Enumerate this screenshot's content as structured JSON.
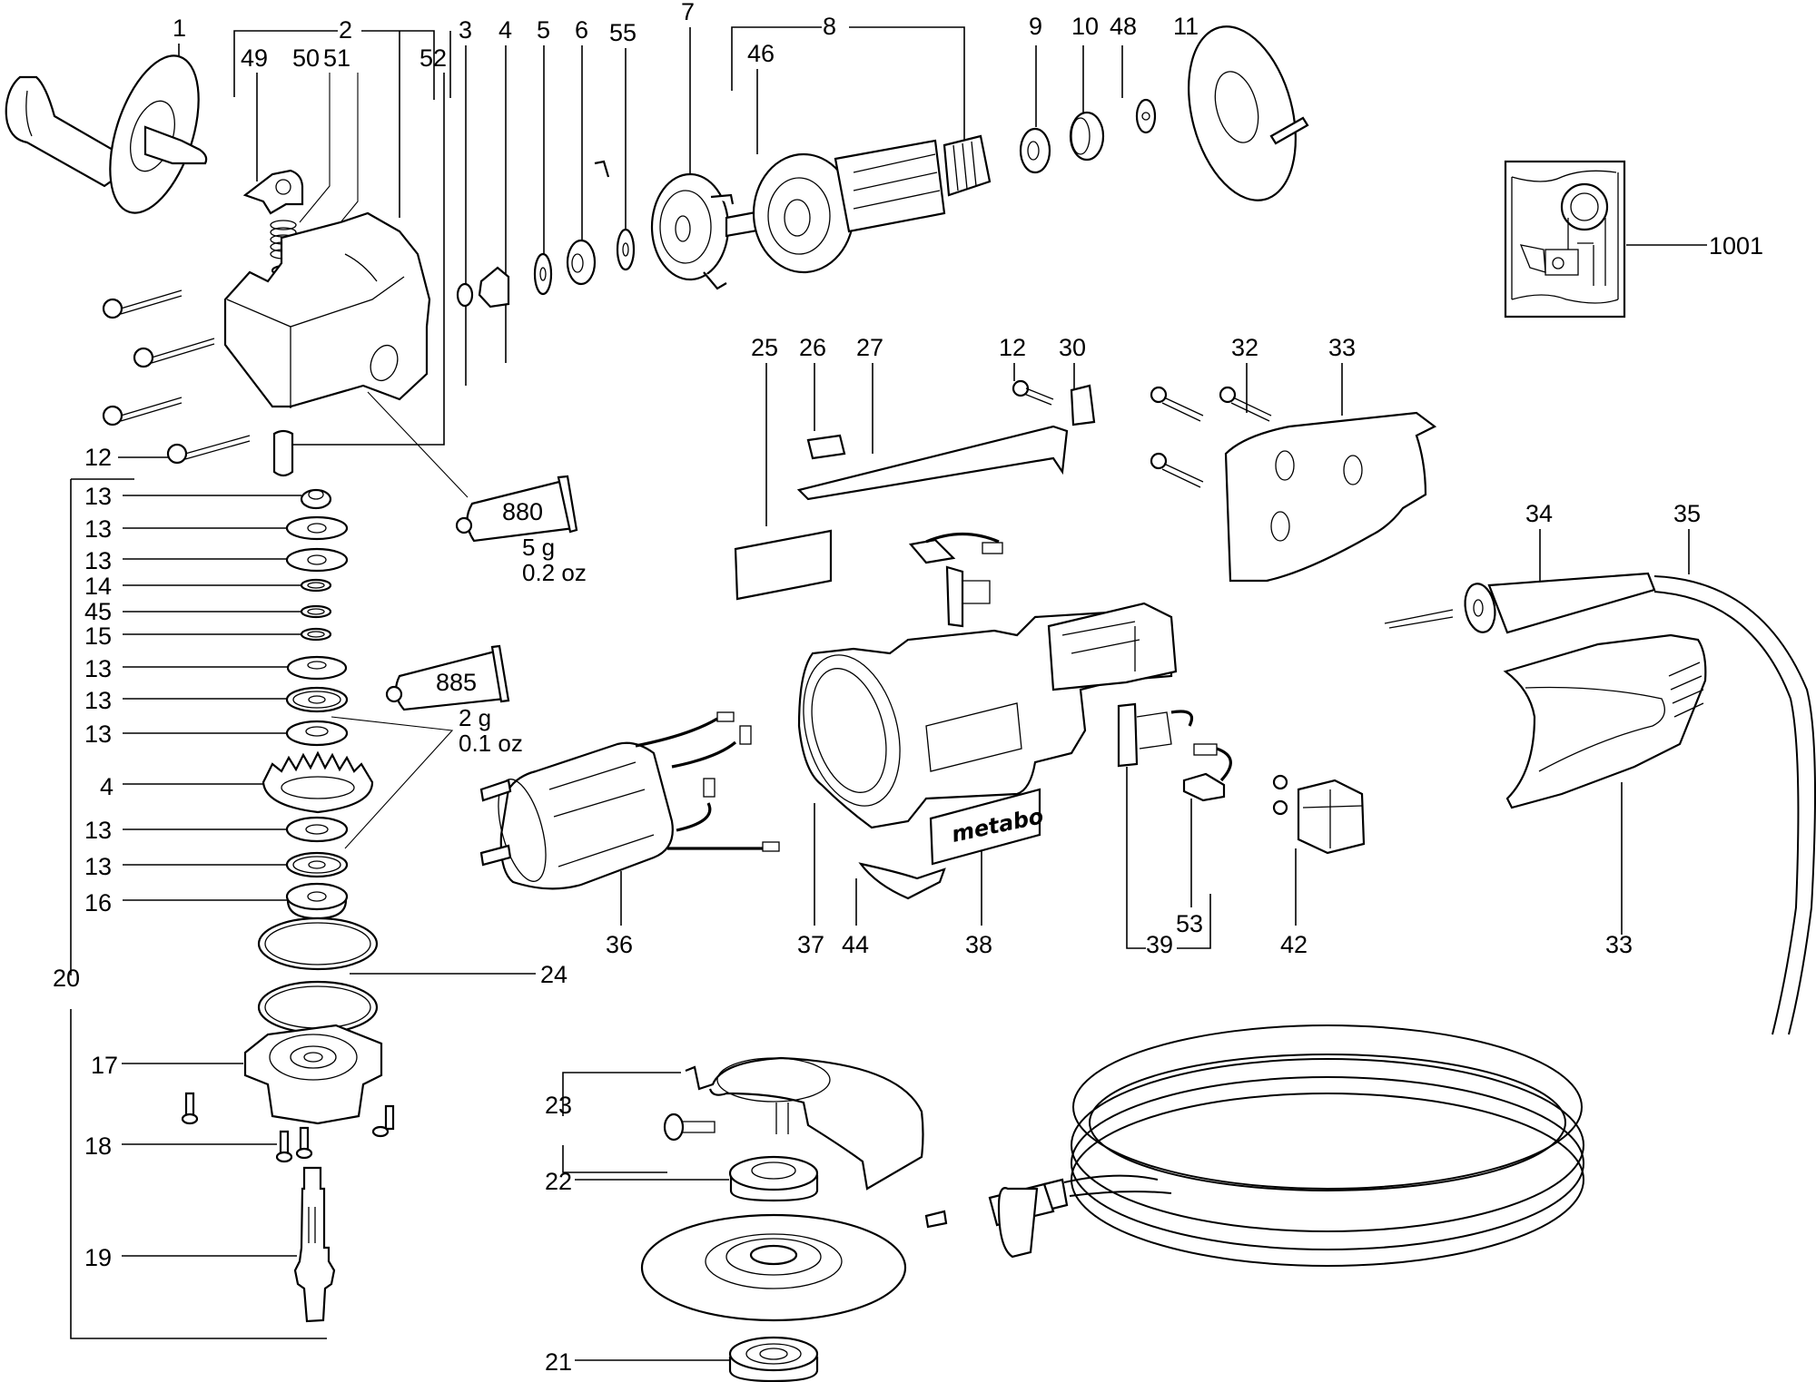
{
  "diagram": {
    "title": "Angle grinder exploded parts diagram",
    "brand_label": "metabo",
    "inset_label": "1001",
    "grease_tubes": [
      {
        "id": "880",
        "amount_g": "5 g",
        "amount_oz": "0.2 oz"
      },
      {
        "id": "885",
        "amount_g": "2 g",
        "amount_oz": "0.1 oz"
      }
    ],
    "labels": {
      "l1": "1",
      "l2": "2",
      "l3": "3",
      "l4a": "4",
      "l5": "5",
      "l6": "6",
      "l55": "55",
      "l7": "7",
      "l8": "8",
      "l46": "46",
      "l9": "9",
      "l10": "10",
      "l48": "48",
      "l11": "11",
      "l49": "49",
      "l50": "50",
      "l51": "51",
      "l52": "52",
      "l12a": "12",
      "l12b": "12",
      "l13a": "13",
      "l13b": "13",
      "l13c": "13",
      "l13d": "13",
      "l13e": "13",
      "l13f": "13",
      "l13g": "13",
      "l13h": "13",
      "l14": "14",
      "l45": "45",
      "l15": "15",
      "l4b": "4",
      "l16": "16",
      "l20": "20",
      "l24": "24",
      "l17": "17",
      "l18": "18",
      "l19": "19",
      "l23": "23",
      "l22": "22",
      "l21": "21",
      "l25": "25",
      "l26": "26",
      "l27": "27",
      "l30": "30",
      "l32": "32",
      "l33a": "33",
      "l33b": "33",
      "l34": "34",
      "l35": "35",
      "l36": "36",
      "l37": "37",
      "l44": "44",
      "l38": "38",
      "l39": "39",
      "l53": "53",
      "l42": "42"
    }
  }
}
